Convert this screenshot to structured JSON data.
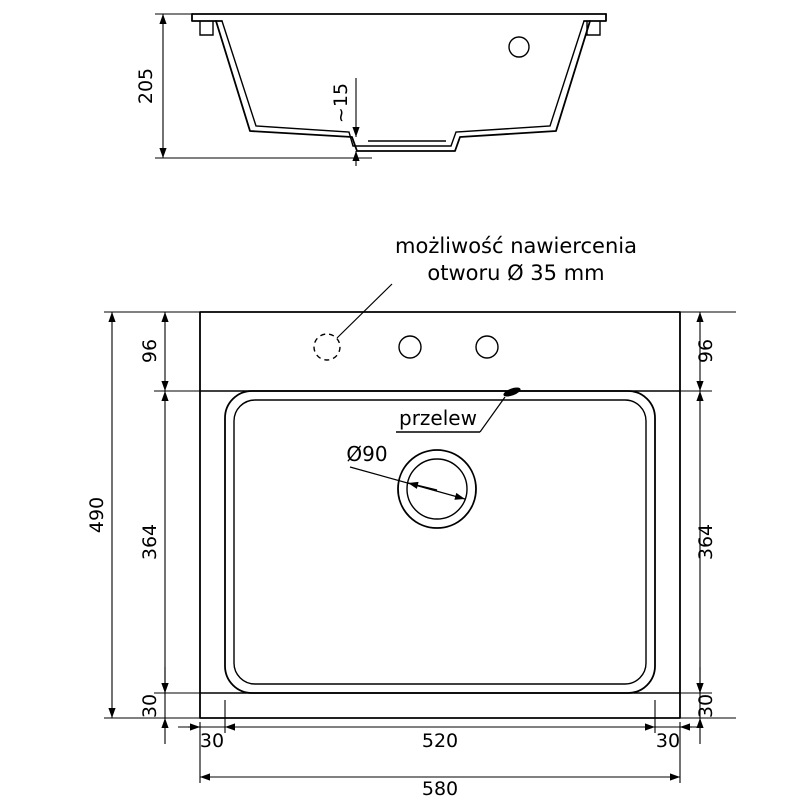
{
  "colors": {
    "line": "#000000",
    "background": "#ffffff"
  },
  "annotation": {
    "line1": "możliwość nawiercenia",
    "line2": "otworu Ø 35 mm"
  },
  "section": {
    "dim_height": "205",
    "dim_recess": "~15"
  },
  "plan": {
    "przelew_label": "przelew",
    "drain_label": "Ø90",
    "dim_total_height": "490",
    "dim_top_left": "96",
    "dim_top_right": "96",
    "dim_bowl_left": "364",
    "dim_bowl_right": "364",
    "dim_bottom_left": "30",
    "dim_bottom_right": "30",
    "dim_margin_left": "30",
    "dim_bowl_width": "520",
    "dim_margin_right": "30",
    "dim_total_width": "580"
  }
}
